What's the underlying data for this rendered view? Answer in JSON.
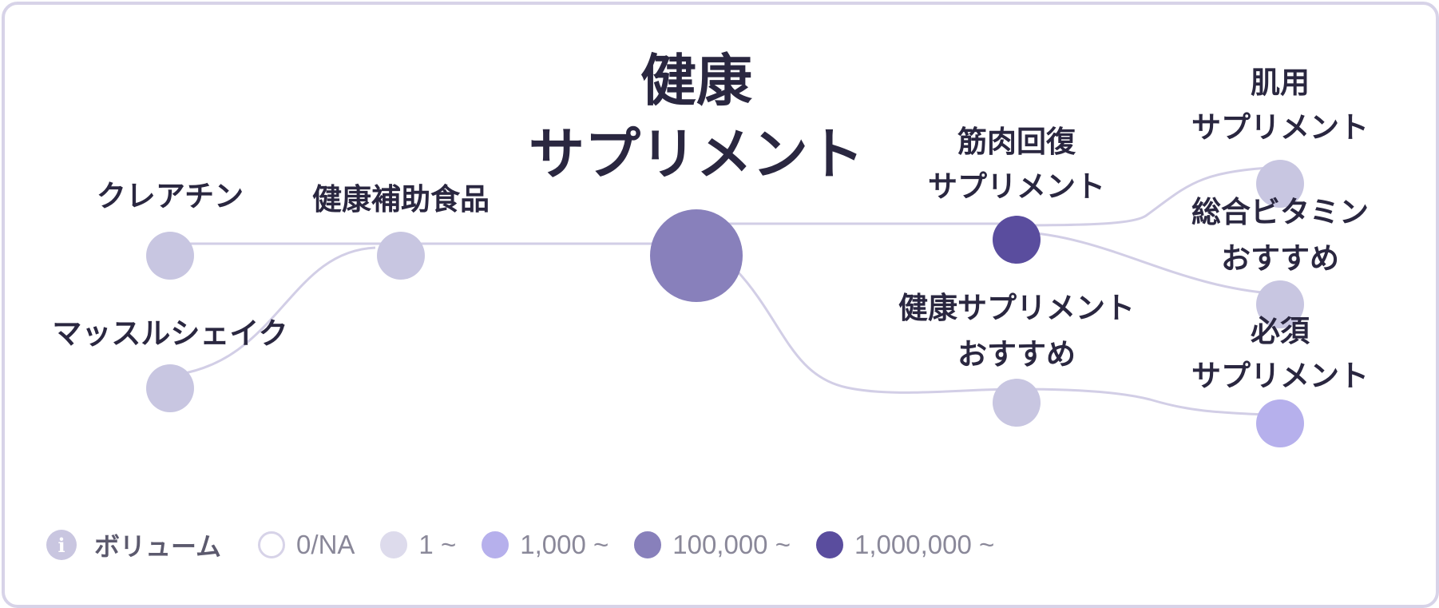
{
  "diagram": {
    "nodes": [
      {
        "id": "root",
        "label": [
          "健康",
          "サプリメント"
        ],
        "level": "100000"
      },
      {
        "id": "kenko-hojo",
        "label": [
          "健康補助食品"
        ],
        "level": "1"
      },
      {
        "id": "creatine",
        "label": [
          "クレアチン"
        ],
        "level": "1"
      },
      {
        "id": "muscle-shake",
        "label": [
          "マッスルシェイク"
        ],
        "level": "1"
      },
      {
        "id": "kinniku",
        "label": [
          "筋肉回復",
          "サプリメント"
        ],
        "level": "1000000"
      },
      {
        "id": "osusume",
        "label": [
          "健康サプリメント",
          "おすすめ"
        ],
        "level": "1"
      },
      {
        "id": "hada",
        "label": [
          "肌用",
          "サプリメント"
        ],
        "level": "1"
      },
      {
        "id": "sogo",
        "label": [
          "総合ビタミン",
          "おすすめ"
        ],
        "level": "1"
      },
      {
        "id": "hissu",
        "label": [
          "必須",
          "サプリメント"
        ],
        "level": "1000"
      }
    ],
    "edges": [
      [
        "creatine",
        "kenko-hojo"
      ],
      [
        "muscle-shake",
        "kenko-hojo"
      ],
      [
        "kenko-hojo",
        "root"
      ],
      [
        "root",
        "kinniku"
      ],
      [
        "root",
        "osusume"
      ],
      [
        "kinniku",
        "hada"
      ],
      [
        "kinniku",
        "sogo"
      ],
      [
        "osusume",
        "hissu"
      ]
    ]
  },
  "legend": {
    "title": "ボリューム",
    "info_icon": "info-icon",
    "items": [
      {
        "key": "0",
        "label": "0/NA",
        "color": "#ffffff",
        "border": "#d7d3e8"
      },
      {
        "key": "1",
        "label": "1 ~",
        "color": "#dddbec",
        "border": "#dddbec"
      },
      {
        "key": "1000",
        "label": "1,000 ~",
        "color": "#b6b0ec",
        "border": "#b6b0ec"
      },
      {
        "key": "100000",
        "label": "100,000 ~",
        "color": "#8880bb",
        "border": "#8880bb"
      },
      {
        "key": "1000000",
        "label": "1,000,000 ~",
        "color": "#5a4d9e",
        "border": "#5a4d9e"
      }
    ]
  },
  "colors": {
    "edge": "#d2cee6",
    "node_level_1": "#c8c6e1",
    "node_level_1000": "#b6b0ec",
    "node_level_100000": "#8880bb",
    "node_level_1000000": "#5a4d9e",
    "frame_border": "#d7d3e8"
  }
}
